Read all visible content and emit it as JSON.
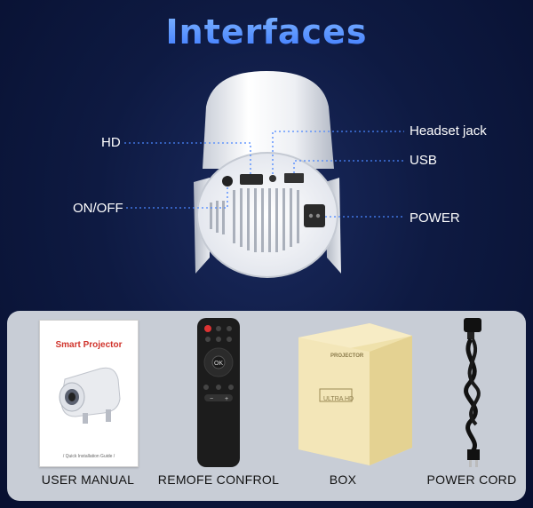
{
  "page": {
    "title": "Interfaces"
  },
  "ports": [
    {
      "id": "hd",
      "label": "HD"
    },
    {
      "id": "on_off",
      "label": "ON/OFF"
    },
    {
      "id": "headset",
      "label": "Headset jack"
    },
    {
      "id": "usb",
      "label": "USB"
    },
    {
      "id": "power",
      "label": "POWER"
    }
  ],
  "package": {
    "items": [
      {
        "label": "USER MANUAL"
      },
      {
        "label": "REMOFE CONFROL"
      },
      {
        "label": "BOX"
      },
      {
        "label": "POWER CORD"
      }
    ],
    "manual": {
      "title": "Smart Projector",
      "footer": "/ Quick Installation Guide /"
    },
    "box": {
      "brand": "PROJECTOR",
      "badge": "ULTRA HD"
    },
    "remote": {
      "ok": "OK",
      "minus": "−",
      "plus": "+"
    }
  },
  "colors": {
    "accent": "#4a86ff",
    "background": "#0b1434",
    "panel": "#c8cdd6",
    "box": "#f3e6b8"
  }
}
